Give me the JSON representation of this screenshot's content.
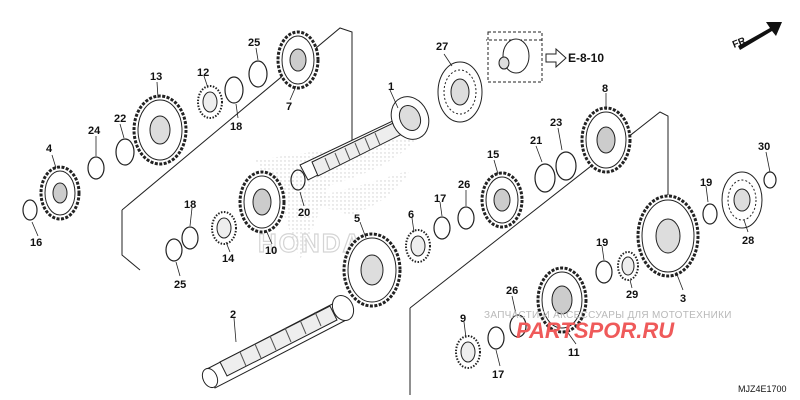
{
  "diagram": {
    "ref_code": "E-8-10",
    "direction_label": "FR.",
    "figure_code": "MJZ4E1700",
    "parts": [
      {
        "label": "1"
      },
      {
        "label": "2"
      },
      {
        "label": "3"
      },
      {
        "label": "4"
      },
      {
        "label": "5"
      },
      {
        "label": "6"
      },
      {
        "label": "7"
      },
      {
        "label": "8"
      },
      {
        "label": "9"
      },
      {
        "label": "10"
      },
      {
        "label": "11"
      },
      {
        "label": "12"
      },
      {
        "label": "13"
      },
      {
        "label": "14"
      },
      {
        "label": "15"
      },
      {
        "label": "16"
      },
      {
        "label": "17"
      },
      {
        "label": "17"
      },
      {
        "label": "18"
      },
      {
        "label": "18"
      },
      {
        "label": "19"
      },
      {
        "label": "19"
      },
      {
        "label": "20"
      },
      {
        "label": "21"
      },
      {
        "label": "22"
      },
      {
        "label": "23"
      },
      {
        "label": "24"
      },
      {
        "label": "25"
      },
      {
        "label": "25"
      },
      {
        "label": "26"
      },
      {
        "label": "26"
      },
      {
        "label": "27"
      },
      {
        "label": "28"
      },
      {
        "label": "29"
      },
      {
        "label": "30"
      }
    ]
  },
  "watermark": {
    "line1": "ЗАПЧАСТИ И АКСЕССУАРЫ ДЛЯ МОТОТЕХНИКИ",
    "line2": "PARTSPOR.RU",
    "brand": "HONDA"
  }
}
